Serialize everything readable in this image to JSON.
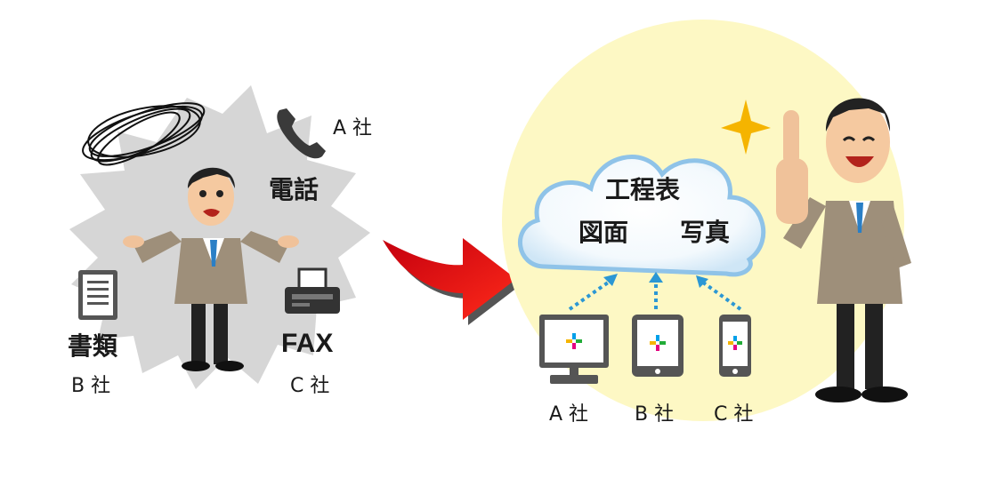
{
  "before": {
    "phone_label": "電話",
    "phone_company": "A 社",
    "documents_label": "書類",
    "documents_company": "B 社",
    "fax_label": "FAX",
    "fax_company": "C 社"
  },
  "after": {
    "cloud_items": [
      "工程表",
      "図面",
      "写真"
    ],
    "devices": [
      {
        "icon": "desktop-monitor-icon",
        "company": "A 社"
      },
      {
        "icon": "tablet-icon",
        "company": "B 社"
      },
      {
        "icon": "smartphone-icon",
        "company": "C 社"
      }
    ]
  },
  "colors": {
    "burst_gray": "#d6d6d6",
    "cloud_glow": "#fdf8c4",
    "arrow_red": "#e60012",
    "arrow_shadow": "#555555",
    "cloud_edge": "#8fc3e8",
    "dotted_arrow": "#2b97d4"
  }
}
